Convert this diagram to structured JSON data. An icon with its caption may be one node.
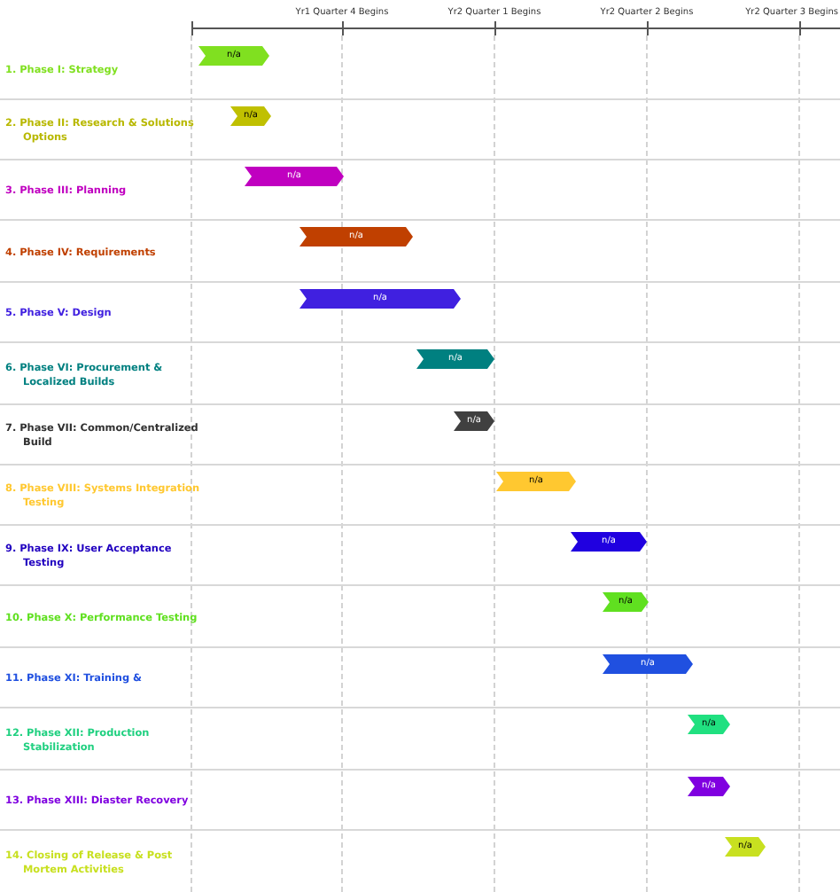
{
  "diagram": {
    "nodes": [
      {
        "text": [
          "n/a"
        ]
      },
      {
        "text": [
          "n/a"
        ]
      },
      {
        "text": [
          "n/a"
        ]
      },
      {
        "text": [
          "n/a"
        ]
      },
      {
        "text": [
          "n/a"
        ]
      },
      {
        "text": [
          "n/a"
        ]
      },
      {
        "text": [
          "n/a"
        ]
      },
      {
        "text": [
          "n/a"
        ]
      },
      {
        "text": [
          "n/a"
        ]
      },
      {
        "text": [
          "n/a"
        ]
      },
      {
        "text": [
          "n/a"
        ]
      },
      {
        "text": [
          "n/a"
        ]
      },
      {
        "text": [
          "n/a"
        ]
      },
      {
        "text": [
          "n/a"
        ]
      }
    ],
    "labels": [
      "Yr1 Quarter 4 Begins",
      "Yr2 Quarter 1 Begins",
      "Yr2 Quarter 2 Begins",
      "Yr2 Quarter 3 Begins",
      "1. Phase I: Strategy",
      "2. Phase II: Research & Solutions Options",
      "3. Phase III: Planning",
      "4. Phase IV: Requirements",
      "5. Phase V: Design",
      "6. Phase VI: Procurement & Localized Builds",
      "7. Phase VII: Common/Centralized Build",
      "8. Phase VIII: Systems Integration Testing",
      "9. Phase IX: User Acceptance Testing",
      "10. Phase X: Performance Testing",
      "11. Phase XI: Training &",
      "12. Phase XII: Production Stabilization",
      "13. Phase XIII: Diaster Recovery",
      "14. Closing of Release & Post Mortem Activities"
    ]
  }
}
